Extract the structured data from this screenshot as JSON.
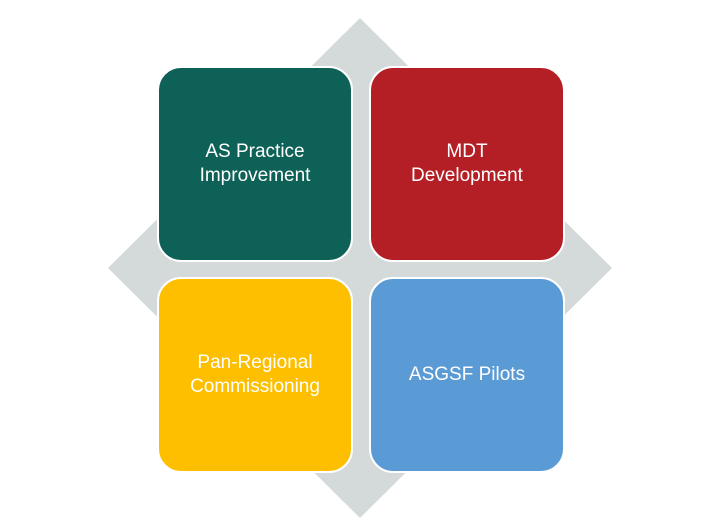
{
  "diagram": {
    "background_shape_color": "#d4d9d9",
    "quadrants": [
      {
        "label": "AS Practice\nImprovement",
        "color": "#0e6157"
      },
      {
        "label": "MDT\nDevelopment",
        "color": "#b41f26"
      },
      {
        "label": "Pan-Regional\nCommissioning",
        "color": "#fdbf00"
      },
      {
        "label": "ASGSF Pilots",
        "color": "#5b9bd5"
      }
    ]
  }
}
